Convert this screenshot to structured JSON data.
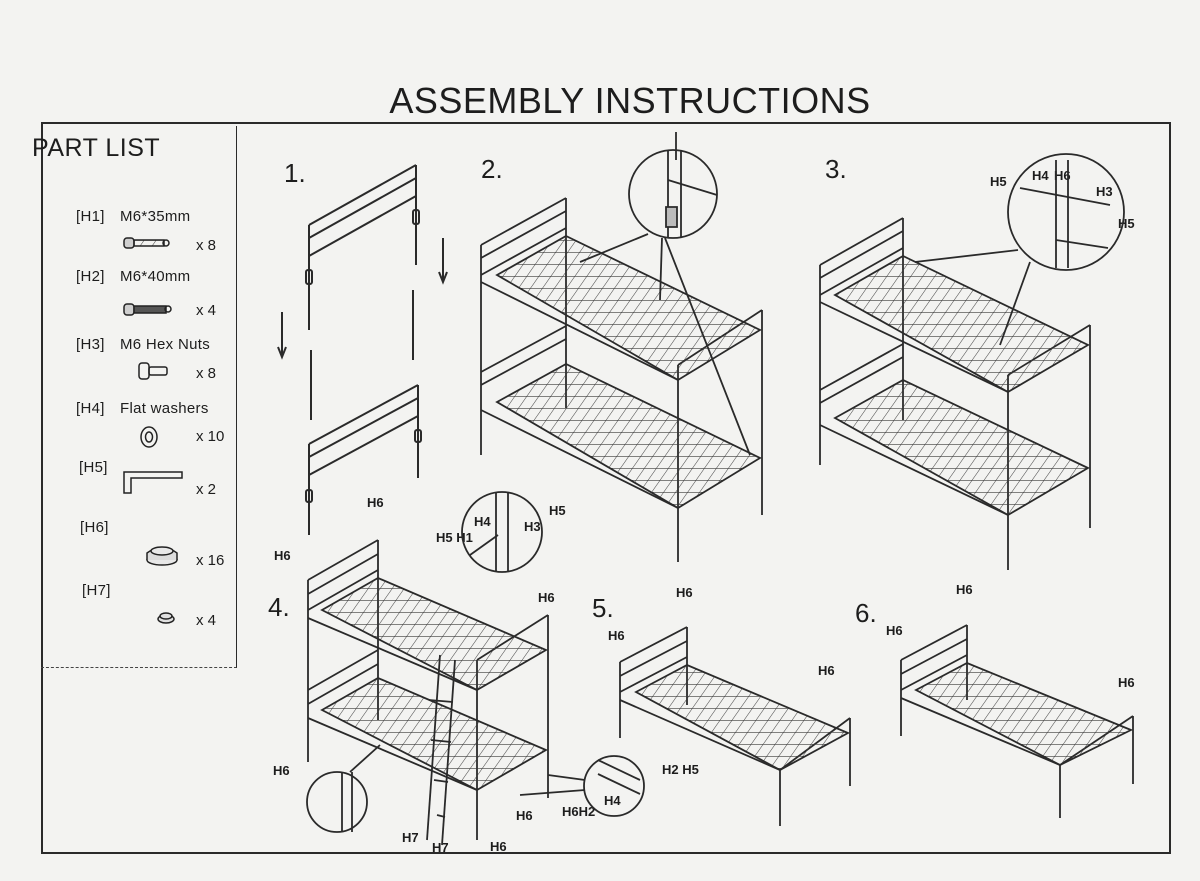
{
  "title": "ASSEMBLY INSTRUCTIONS",
  "part_list": {
    "title": "PART LIST",
    "parts": [
      {
        "code": "[H1]",
        "desc": "M6*35mm",
        "qty": "x 8",
        "icon": "bolt-icon"
      },
      {
        "code": "[H2]",
        "desc": "M6*40mm",
        "qty": "x 4",
        "icon": "long-bolt-icon"
      },
      {
        "code": "[H3]",
        "desc": "M6 Hex Nuts",
        "qty": "x 8",
        "icon": "hex-nut-icon"
      },
      {
        "code": "[H4]",
        "desc": "Flat washers",
        "qty": "x 10",
        "icon": "washer-icon"
      },
      {
        "code": "[H5]",
        "desc": "",
        "qty": "x 2",
        "icon": "allen-key-icon"
      },
      {
        "code": "[H6]",
        "desc": "",
        "qty": "x 16",
        "icon": "cap-icon"
      },
      {
        "code": "[H7]",
        "desc": "",
        "qty": "x 4",
        "icon": "small-cap-icon"
      }
    ]
  },
  "steps": [
    "1.",
    "2.",
    "3.",
    "4.",
    "5.",
    "6."
  ],
  "callouts": {
    "s3_h5a": "H5",
    "s3_h4": "H4",
    "s3_h6": "H6",
    "s3_h10": "H3",
    "s3_h5b": "H5",
    "s4_h6_top": "H6",
    "s4_h6_left": "H6",
    "s4_h6_right": "H6",
    "s4_h6_bottom_left": "H6",
    "s4_h4": "H4",
    "s4_h5_top": "H5",
    "s4_h3": "H3",
    "s4_h5h1": "H5 H1",
    "s4_h6_bottom_right": "H6",
    "s4_h7a": "H7",
    "s4_h7b": "H7",
    "s4_h6_floor": "H6",
    "s4_h2h5": "H2 H5",
    "s4_h6h2": "H6H2",
    "s4_h4b": "H4",
    "s5_h6_top": "H6",
    "s5_h6_left": "H6",
    "s5_h6_right": "H6",
    "s6_h6_top": "H6",
    "s6_h6_left": "H6",
    "s6_h6_right": "H6"
  }
}
